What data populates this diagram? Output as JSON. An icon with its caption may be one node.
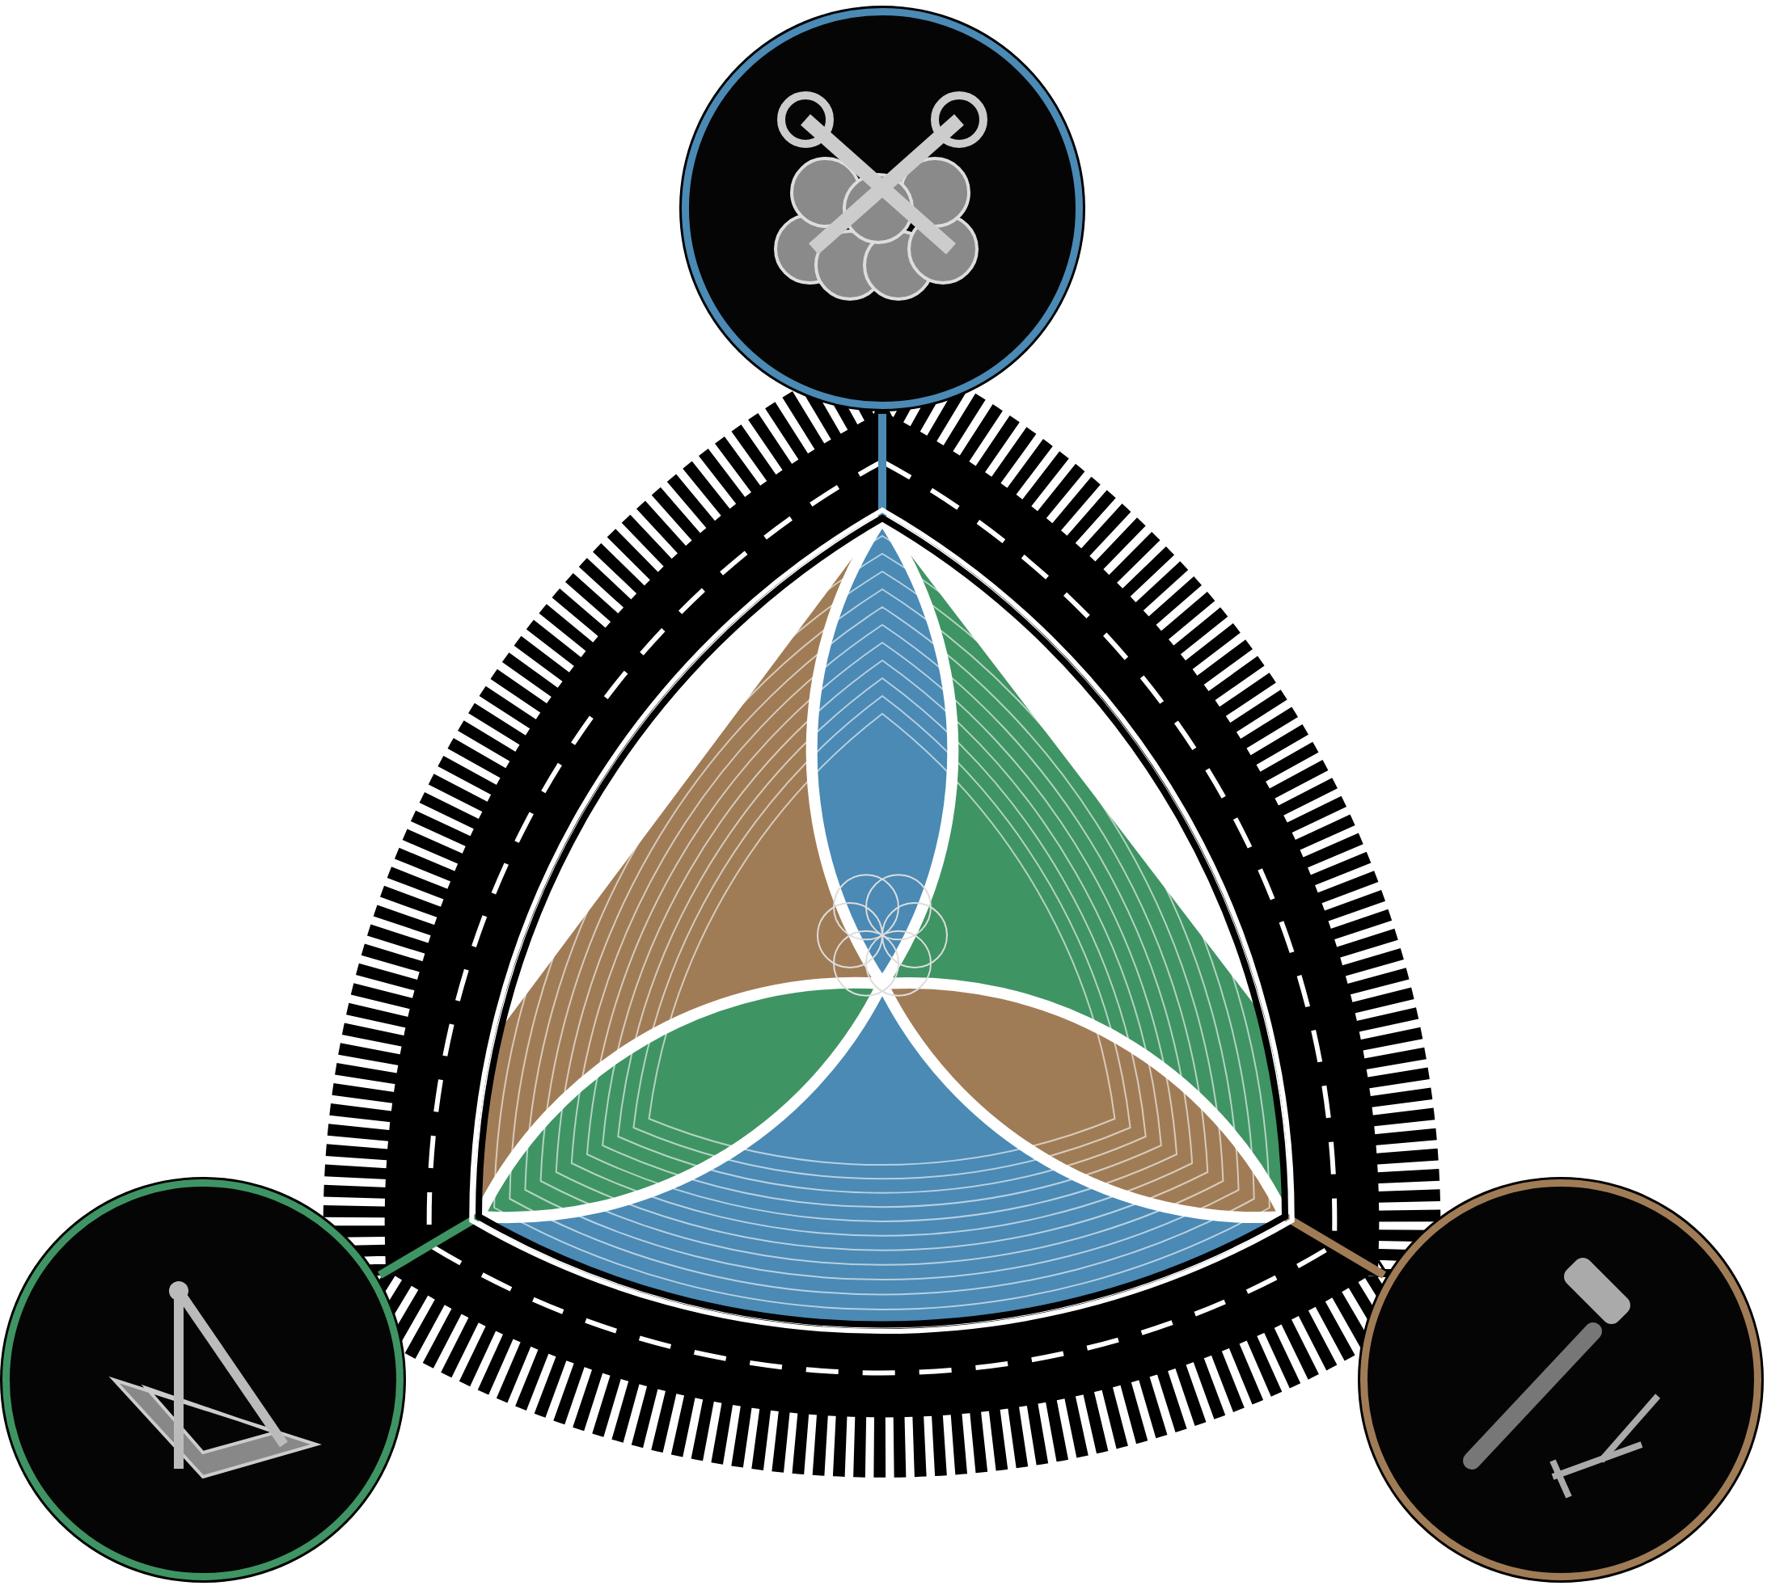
{
  "diagram": {
    "nodes": [
      {
        "text": [],
        "shape": "picture"
      },
      {
        "text": [],
        "shape": "triangle"
      },
      {
        "text": [],
        "shape": "picture"
      },
      {
        "text": [],
        "shape": "picture"
      }
    ],
    "edges": [
      {
        "from": 0,
        "to": 1,
        "arrow": "none",
        "color": "#4a8ab5"
      },
      {
        "from": 2,
        "to": 1,
        "arrow": "none",
        "color": "#3f9463"
      },
      {
        "from": 3,
        "to": 1,
        "arrow": "none",
        "color": "#a07c56"
      }
    ]
  }
}
